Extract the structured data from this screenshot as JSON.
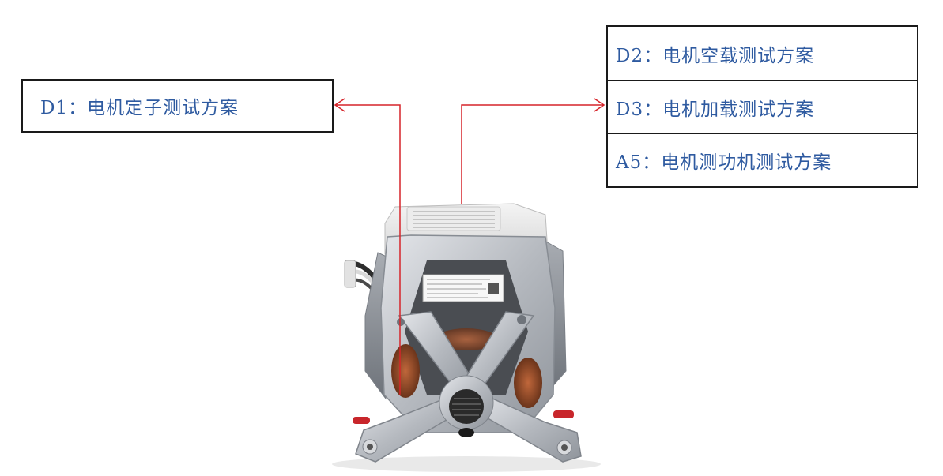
{
  "labels": {
    "d1": "D1：电机定子测试方案",
    "d2": "D2：电机空载测试方案",
    "d3": "D3：电机加载测试方案",
    "a5": "A5：电机测功机测试方案"
  },
  "colors": {
    "label_text": "#2e5aa0",
    "box_border": "#1a1a1a",
    "connector": "#d6242a"
  },
  "figure": {
    "subject": "motor-photo-icon"
  }
}
